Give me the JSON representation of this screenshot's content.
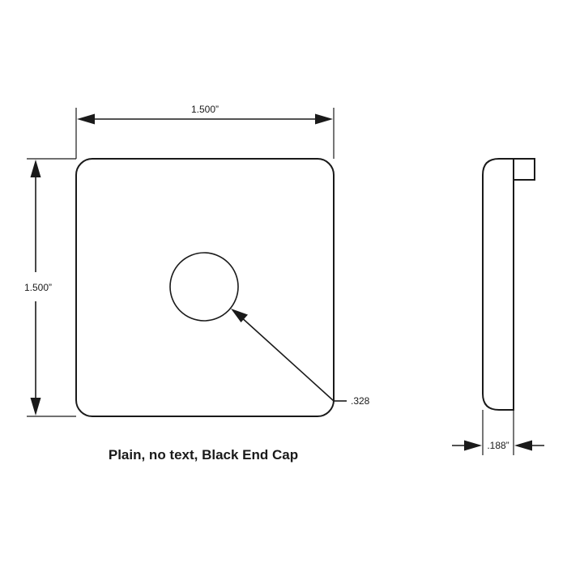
{
  "dimensions": {
    "width_label": "1.500”",
    "height_label": "1.500”",
    "hole_label": ".328",
    "thickness_label": ".188”"
  },
  "caption": "Plain, no text, Black End Cap",
  "colors": {
    "line": "#1a1a1a",
    "background": "#ffffff"
  }
}
